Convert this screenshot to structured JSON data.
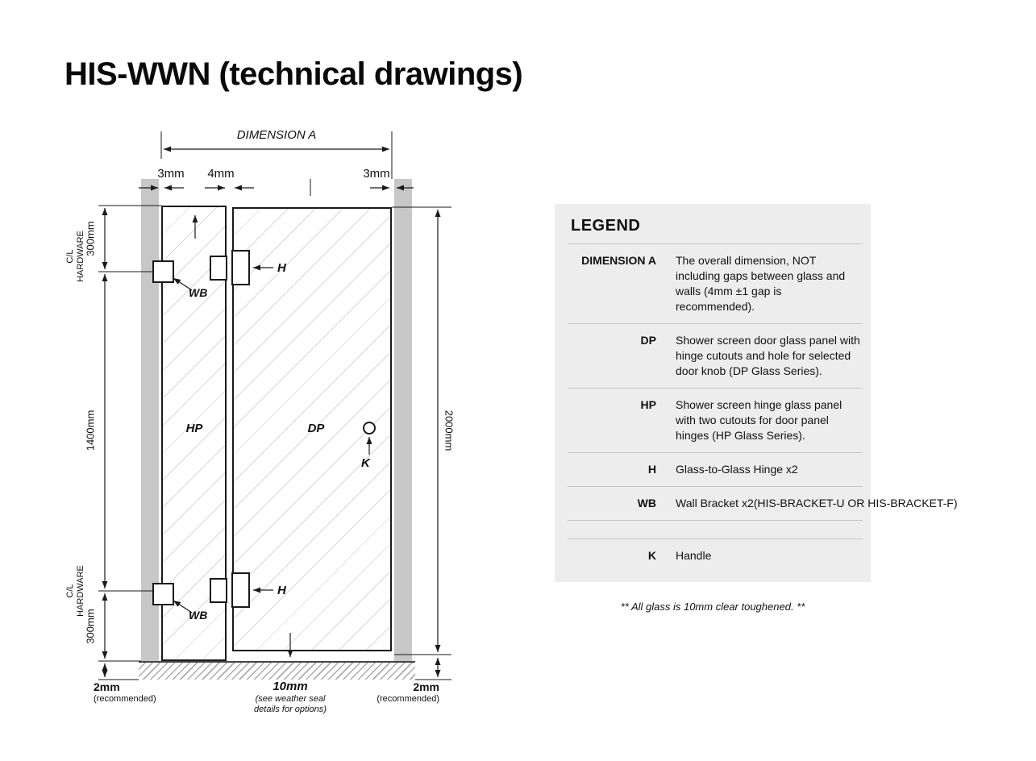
{
  "page": {
    "title": "HIS-WWN (technical drawings)"
  },
  "drawing": {
    "dimension_a": "DIMENSION A",
    "gap_left": "3mm",
    "gap_middle": "4mm",
    "gap_right": "3mm",
    "cl_line1": "C/L",
    "cl_line2": "HARDWARE",
    "dim_top": "300mm",
    "dim_middle": "1400mm",
    "dim_bottom": "300mm",
    "dim_height": "2000mm",
    "panel_left": "HP",
    "panel_right": "DP",
    "hinge": "H",
    "bracket": "WB",
    "handle": "K",
    "floor_gap_left": "2mm",
    "floor_gap_left_note": "(recommended)",
    "floor_gap_center": "10mm",
    "floor_gap_center_note1": "(see weather seal",
    "floor_gap_center_note2": "details for options)",
    "floor_gap_right": "2mm",
    "floor_gap_right_note": "(recommended)"
  },
  "legend": {
    "title": "LEGEND",
    "rows": [
      {
        "term": "DIMENSION A",
        "desc": "The overall dimension, NOT including gaps between glass and walls (4mm ±1 gap is recommended)."
      },
      {
        "term": "DP",
        "desc": "Shower screen door glass panel with hinge cutouts and hole for selected door knob (DP Glass Series)."
      },
      {
        "term": "HP",
        "desc": "Shower screen hinge glass panel with two cutouts for door panel hinges (HP Glass Series)."
      },
      {
        "term": "H",
        "desc": "Glass-to-Glass Hinge x2"
      },
      {
        "term": "WB",
        "desc": "Wall Bracket x2(HIS-BRACKET-U OR HIS-BRACKET-F)"
      },
      {
        "term": "K",
        "desc": "Handle"
      }
    ],
    "footnote": "** All glass is 10mm clear toughened. **"
  }
}
